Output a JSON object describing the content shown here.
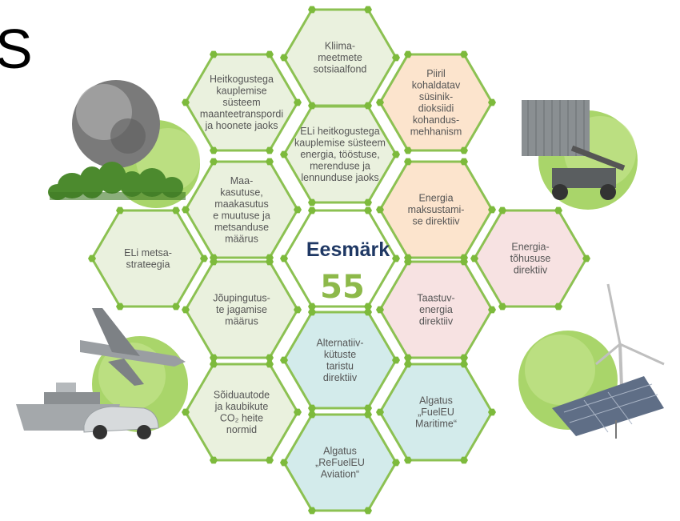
{
  "corner_text": "S",
  "center": {
    "title": "Eesmärk",
    "number": "55"
  },
  "colors": {
    "border": "#8cc152",
    "dot": "#7dba3c",
    "green_fill": "#eaf1de",
    "orange_fill": "#fce4cd",
    "pink_fill": "#f7e2e2",
    "teal_fill": "#d3ebeb",
    "white_fill": "#ffffff"
  },
  "hexes": [
    {
      "id": "kliima",
      "fill": "green_fill",
      "lines": [
        "Kliima-",
        "meetmete",
        "sotsiaalfond"
      ]
    },
    {
      "id": "heitkogused-transport",
      "fill": "green_fill",
      "lines": [
        "Heitkogustega",
        "kauplemise",
        "süsteem",
        "maanteetranspordi",
        "ja hoonete jaoks"
      ]
    },
    {
      "id": "piiril",
      "fill": "orange_fill",
      "lines": [
        "Piiril",
        "kohaldatav",
        "süsinik-",
        "dioksiidi",
        "kohandus-",
        "mehhanism"
      ]
    },
    {
      "id": "eli-heitkogused",
      "fill": "green_fill",
      "lines": [
        "ELi heitkogustega",
        "kauplemise süsteem",
        "energia, tööstuse,",
        "merenduse ja",
        "lennunduse jaoks"
      ]
    },
    {
      "id": "maakasutus",
      "fill": "green_fill",
      "lines": [
        "Maa-",
        "kasutuse,",
        "maakasutus",
        "e muutuse ja",
        "metsanduse",
        "määrus"
      ]
    },
    {
      "id": "energia-maks",
      "fill": "orange_fill",
      "lines": [
        "Energia",
        "maksustami-",
        "se direktiiv"
      ]
    },
    {
      "id": "metsastrateegia",
      "fill": "green_fill",
      "lines": [
        "ELi metsa-",
        "strateegia"
      ]
    },
    {
      "id": "energiatohusus",
      "fill": "pink_fill",
      "lines": [
        "Energia-",
        "tõhususe",
        "direktiiv"
      ]
    },
    {
      "id": "jopingutus",
      "fill": "green_fill",
      "lines": [
        "Jõupingutus-",
        "te jagamise",
        "määrus"
      ]
    },
    {
      "id": "taastuv",
      "fill": "pink_fill",
      "lines": [
        "Taastuv-",
        "energia",
        "direktiiv"
      ]
    },
    {
      "id": "alternatiiv",
      "fill": "teal_fill",
      "lines": [
        "Alternatiiv-",
        "kütuste",
        "taristu",
        "direktiiv"
      ]
    },
    {
      "id": "soiduautod",
      "fill": "green_fill",
      "lines": [
        "Sõiduautode",
        "ja kaubikute",
        "CO₂ heite",
        "normid"
      ]
    },
    {
      "id": "fueleu",
      "fill": "teal_fill",
      "lines": [
        "Algatus",
        "„FuelEU",
        "Maritime“"
      ]
    },
    {
      "id": "refueleu",
      "fill": "teal_fill",
      "lines": [
        "Algatus",
        "„ReFuelEU",
        "Aviation“"
      ]
    }
  ],
  "images": [
    {
      "id": "globe-forest",
      "desc": "globe-with-forest-illustration"
    },
    {
      "id": "container-crane",
      "desc": "container-reach-stacker-illustration"
    },
    {
      "id": "plane-ship-car",
      "desc": "plane-ship-car-illustration"
    },
    {
      "id": "wind-solar",
      "desc": "wind-turbine-solar-panel-illustration"
    }
  ]
}
